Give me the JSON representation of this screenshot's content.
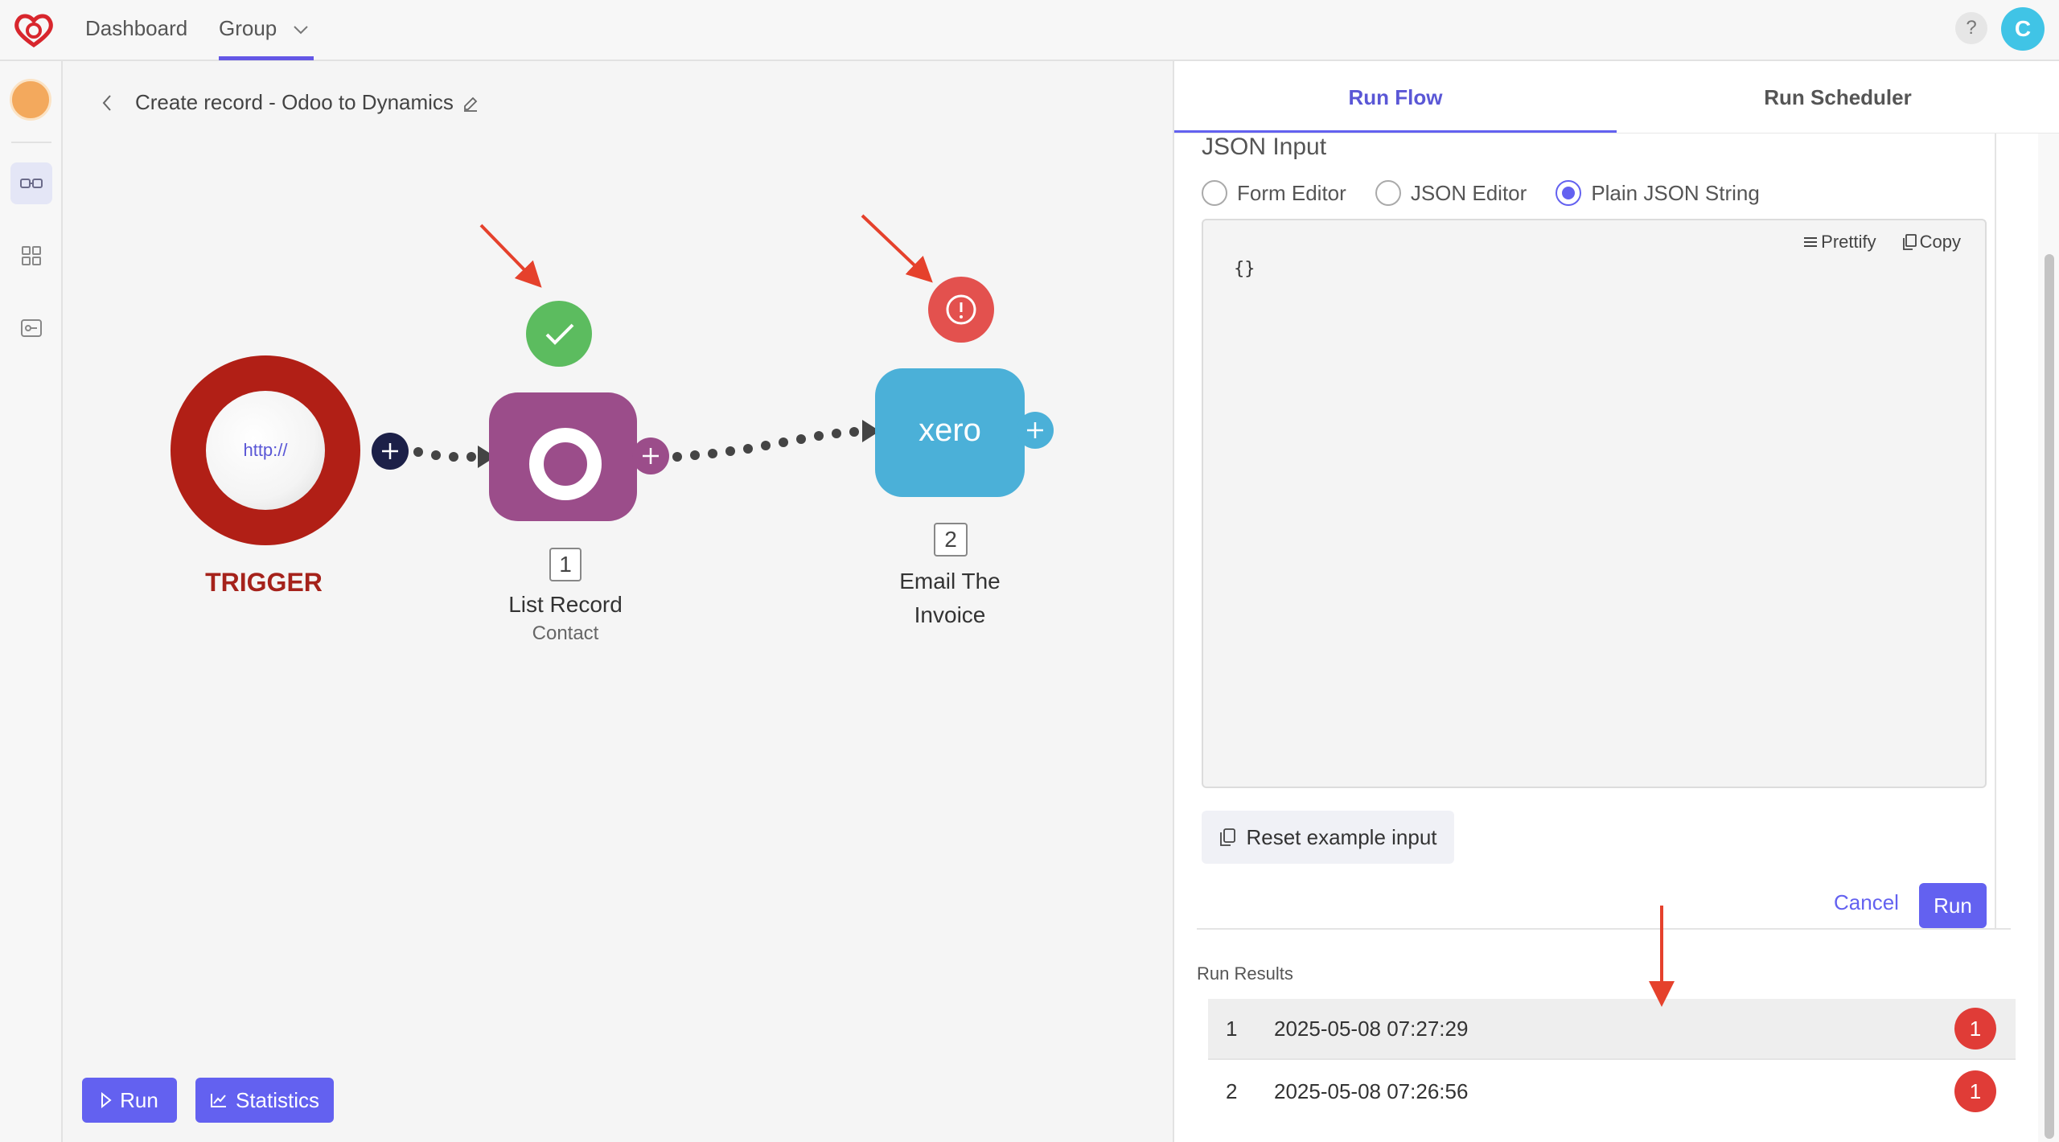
{
  "nav": {
    "dashboard": "Dashboard",
    "group": "Group",
    "help": "?",
    "avatar_initial": "C"
  },
  "flow": {
    "title": "Create record - Odoo to Dynamics"
  },
  "nodes": {
    "trigger": {
      "inner_text": "http://",
      "label": "TRIGGER"
    },
    "odoo": {
      "number": "1",
      "label": "List Record",
      "sublabel": "Contact",
      "status": "success"
    },
    "xero": {
      "brand": "xero",
      "number": "2",
      "label_line1": "Email The",
      "label_line2": "Invoice",
      "status": "error"
    }
  },
  "canvas_buttons": {
    "run": "Run",
    "statistics": "Statistics"
  },
  "panel": {
    "tabs": [
      {
        "label": "Run Flow",
        "active": true
      },
      {
        "label": "Run Scheduler",
        "active": false
      }
    ],
    "json_input_title": "JSON Input",
    "editor_modes": [
      {
        "label": "Form Editor",
        "checked": false
      },
      {
        "label": "JSON Editor",
        "checked": false
      },
      {
        "label": "Plain JSON String",
        "checked": true
      }
    ],
    "editor": {
      "prettify": "Prettify",
      "copy": "Copy",
      "content": "{}"
    },
    "reset_label": "Reset example input",
    "cancel_label": "Cancel",
    "run_label": "Run",
    "results_title": "Run Results",
    "results": [
      {
        "index": "1",
        "timestamp": "2025-05-08 07:27:29",
        "errors": "1"
      },
      {
        "index": "2",
        "timestamp": "2025-05-08 07:26:56",
        "errors": "1"
      }
    ]
  },
  "colors": {
    "accent": "#6361f0",
    "trigger_red": "#b11f16",
    "odoo_purple": "#9b4d8a",
    "xero_blue": "#4bb0d8",
    "success_green": "#5cbc5f",
    "error_red": "#e3514e",
    "annotation_arrow": "#e5412c"
  }
}
